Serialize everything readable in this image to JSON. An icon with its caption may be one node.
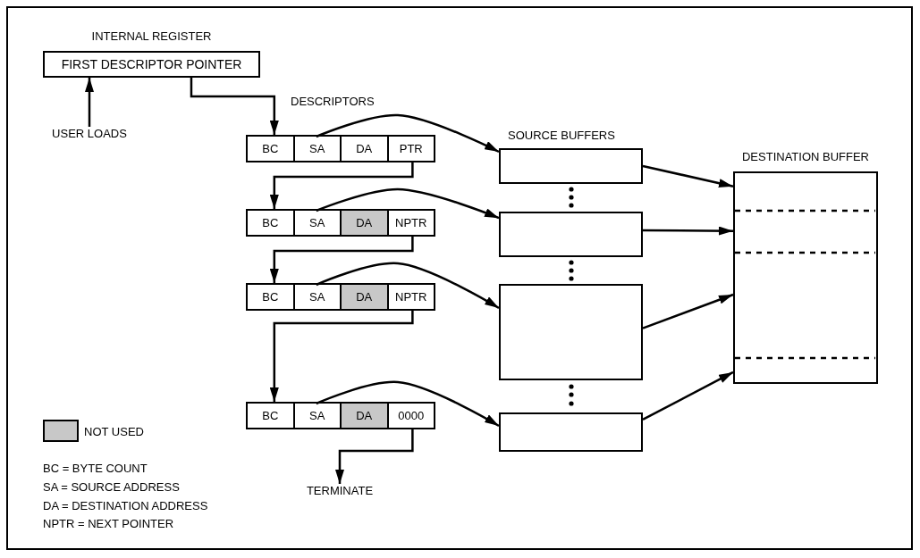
{
  "diagram": {
    "nodes": [
      {
        "text": [
          "INTERNAL REGISTER",
          "FIRST DESCRIPTOR POINTER"
        ]
      },
      {
        "text": [
          "USER LOADS"
        ]
      },
      {
        "text": [],
        "shape": "box"
      },
      {
        "text": [
          "BC"
        ],
        "in": 2
      },
      {
        "text": [
          "SA"
        ],
        "in": 2
      },
      {
        "text": [
          "DA"
        ],
        "in": 2
      },
      {
        "text": [
          "PTR"
        ],
        "in": 2
      },
      {
        "text": [],
        "shape": "box"
      },
      {
        "text": [
          "BC"
        ],
        "in": 7
      },
      {
        "text": [
          "SA"
        ],
        "in": 7
      },
      {
        "text": [
          "DA"
        ],
        "in": 7
      },
      {
        "text": [
          "NPTR"
        ],
        "in": 7
      },
      {
        "text": [],
        "shape": "box"
      },
      {
        "text": [
          "BC"
        ],
        "in": 12
      },
      {
        "text": [
          "SA"
        ],
        "in": 12
      },
      {
        "text": [
          "DA"
        ],
        "in": 12
      },
      {
        "text": [
          "NPTR"
        ],
        "in": 12
      },
      {
        "text": [],
        "shape": "box"
      },
      {
        "text": [
          "BC"
        ],
        "in": 17
      },
      {
        "text": [
          "SA"
        ],
        "in": 17
      },
      {
        "text": [
          "DA"
        ],
        "in": 17
      },
      {
        "text": [
          "0000"
        ],
        "in": 17
      },
      {
        "text": [
          "TERMINATE"
        ]
      },
      {
        "text": [],
        "shape": "box"
      },
      {
        "text": [],
        "shape": "box"
      },
      {
        "text": [],
        "shape": "box"
      },
      {
        "text": [],
        "shape": "box"
      },
      {
        "text": [
          "DESTINATION BUFFER"
        ]
      }
    ],
    "edges": [
      {
        "from": 1,
        "to": 0,
        "arrow": "to"
      },
      {
        "from": 0,
        "to": 2,
        "arrow": "to"
      },
      {
        "from": 6,
        "to": 7,
        "arrow": "to"
      },
      {
        "from": 11,
        "to": 12,
        "arrow": "to"
      },
      {
        "from": 16,
        "to": 17,
        "arrow": "to"
      },
      {
        "from": 21,
        "to": 22,
        "arrow": "to"
      },
      {
        "from": 4,
        "to": 23,
        "arrow": "to"
      },
      {
        "from": 9,
        "to": 24,
        "arrow": "to"
      },
      {
        "from": 14,
        "to": 25,
        "arrow": "to"
      },
      {
        "from": 19,
        "to": 26,
        "arrow": "to"
      },
      {
        "from": 23,
        "to": 27,
        "arrow": "to"
      },
      {
        "from": 24,
        "to": 27,
        "arrow": "to"
      },
      {
        "from": 25,
        "to": 27,
        "arrow": "to"
      },
      {
        "from": 26,
        "to": 27,
        "arrow": "to"
      }
    ],
    "labels": [
      "DESCRIPTORS",
      "SOURCE BUFFERS",
      "BC = BYTE COUNT",
      "SA = SOURCE ADDRESS",
      "DA = DESTINATION ADDRESS",
      "NPTR = NEXT POINTER"
    ],
    "legend": [
      {
        "text": "NOT USED",
        "color": "#c8c8c8"
      }
    ]
  }
}
